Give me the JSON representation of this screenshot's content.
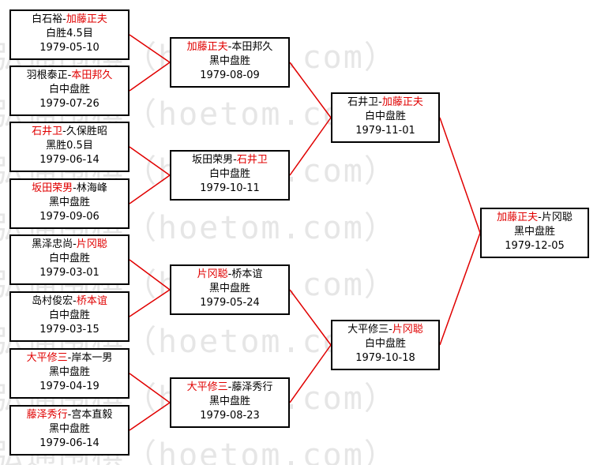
{
  "watermark": {
    "text": "弘通围棋（hoetom.com）"
  },
  "colors": {
    "winner": "#e00000",
    "line": "#e00000",
    "border": "#000000"
  },
  "round1": [
    {
      "a": "白石裕",
      "b": "加藤正夫",
      "winner": "b",
      "result": "白胜4.5目",
      "date": "1979-05-10"
    },
    {
      "a": "羽根泰正",
      "b": "本田邦久",
      "winner": "b",
      "result": "白中盘胜",
      "date": "1979-07-26"
    },
    {
      "a": "石井卫",
      "b": "久保胜昭",
      "winner": "a",
      "result": "黑胜0.5目",
      "date": "1979-06-14"
    },
    {
      "a": "坂田荣男",
      "b": "林海峰",
      "winner": "a",
      "result": "黑中盘胜",
      "date": "1979-09-06"
    },
    {
      "a": "黑泽忠尚",
      "b": "片冈聪",
      "winner": "b",
      "result": "白中盘胜",
      "date": "1979-03-01"
    },
    {
      "a": "岛村俊宏",
      "b": "桥本谊",
      "winner": "b",
      "result": "白中盘胜",
      "date": "1979-03-15"
    },
    {
      "a": "大平修三",
      "b": "岸本一男",
      "winner": "a",
      "result": "黑中盘胜",
      "date": "1979-04-19"
    },
    {
      "a": "藤泽秀行",
      "b": "宫本直毅",
      "winner": "a",
      "result": "黑中盘胜",
      "date": "1979-06-14"
    }
  ],
  "round2": [
    {
      "a": "加藤正夫",
      "b": "本田邦久",
      "winner": "a",
      "result": "黑中盘胜",
      "date": "1979-08-09"
    },
    {
      "a": "坂田荣男",
      "b": "石井卫",
      "winner": "b",
      "result": "白中盘胜",
      "date": "1979-10-11"
    },
    {
      "a": "片冈聪",
      "b": "桥本谊",
      "winner": "a",
      "result": "黑中盘胜",
      "date": "1979-05-24"
    },
    {
      "a": "大平修三",
      "b": "藤泽秀行",
      "winner": "a",
      "result": "黑中盘胜",
      "date": "1979-08-23"
    }
  ],
  "semifinal": [
    {
      "a": "石井卫",
      "b": "加藤正夫",
      "winner": "b",
      "result": "白中盘胜",
      "date": "1979-11-01"
    },
    {
      "a": "大平修三",
      "b": "片冈聪",
      "winner": "b",
      "result": "白中盘胜",
      "date": "1979-10-18"
    }
  ],
  "final": [
    {
      "a": "加藤正夫",
      "b": "片冈聪",
      "winner": "a",
      "result": "黑中盘胜",
      "date": "1979-12-05"
    }
  ]
}
